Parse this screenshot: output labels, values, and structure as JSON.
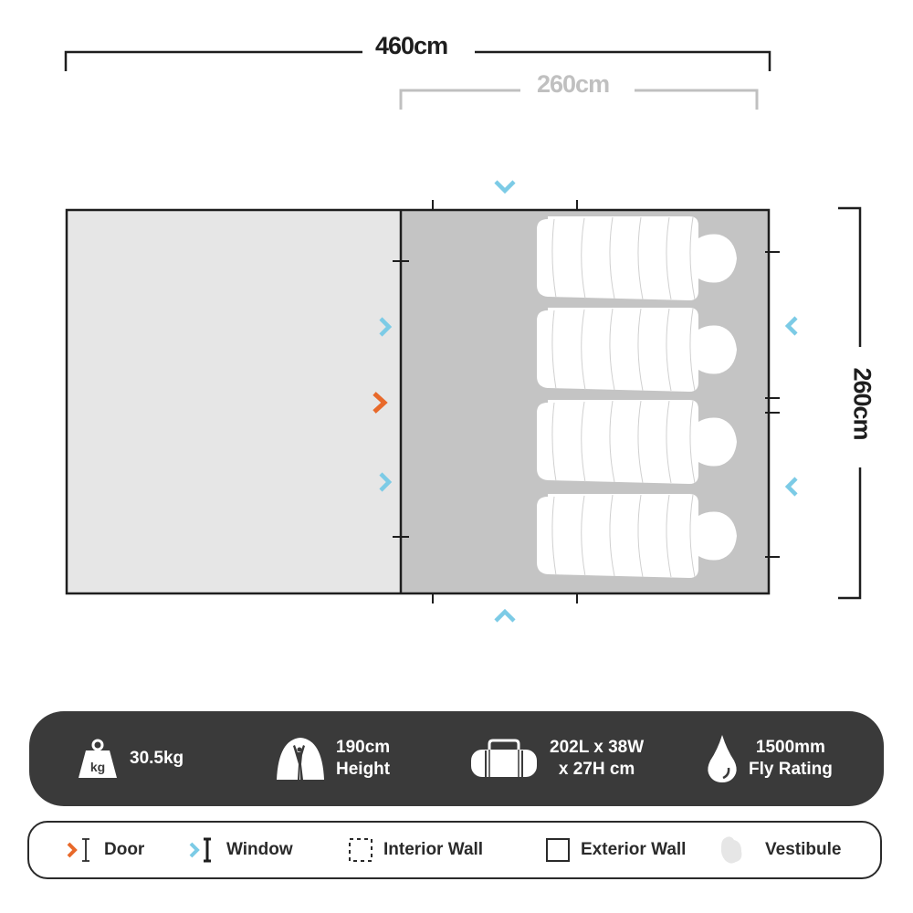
{
  "dimensions": {
    "total_length": "460cm",
    "inner_length": "260cm",
    "width": "260cm"
  },
  "floorplan": {
    "vestibule_color": "#e6e6e6",
    "inner_room_color": "#c4c4c4",
    "wall_color": "#1e1e1e",
    "sleeping_bag_count": 4,
    "door_count": 1,
    "window_count": 6
  },
  "specs": [
    {
      "icon": "weight-kg-icon",
      "icon_label": "kg",
      "lines": [
        "30.5kg"
      ]
    },
    {
      "icon": "tent-height-person-icon",
      "lines": [
        "190cm",
        "Height"
      ]
    },
    {
      "icon": "duffel-bag-icon",
      "lines": [
        "202L x 38W",
        "x 27H cm"
      ]
    },
    {
      "icon": "water-drop-icon",
      "lines": [
        "1500mm",
        "Fly Rating"
      ]
    }
  ],
  "legend": [
    {
      "icon": "door-icon",
      "label": "Door"
    },
    {
      "icon": "window-icon",
      "label": "Window"
    },
    {
      "icon": "interior-wall-icon",
      "label": "Interior Wall"
    },
    {
      "icon": "exterior-wall-icon",
      "label": "Exterior Wall"
    },
    {
      "icon": "vestibule-icon",
      "label": "Vestibule"
    }
  ],
  "colors": {
    "door": "#e8692a",
    "window": "#7ccbe6",
    "spec_bar_bg": "#3a3a3a",
    "dim_primary": "#1e1e1e",
    "dim_secondary": "#c0c0c0"
  }
}
